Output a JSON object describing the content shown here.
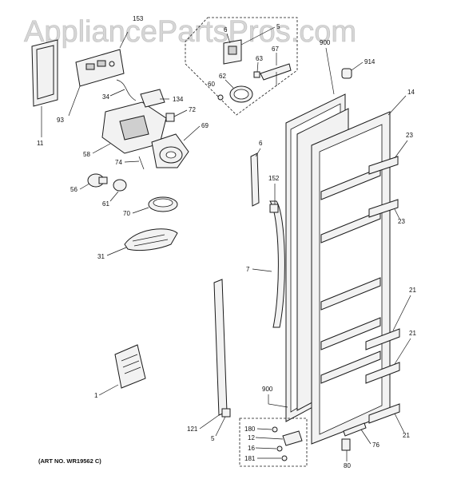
{
  "watermark": "AppliancePartsPros.com",
  "art_number": "(ART NO. WR19562 C)",
  "callouts": {
    "c153": "153",
    "c6a": "6",
    "c5a": "5",
    "c900a": "900",
    "c914": "914",
    "c63": "63",
    "c67": "67",
    "c62": "62",
    "c60": "60",
    "c34": "34",
    "c134": "134",
    "c93": "93",
    "c72": "72",
    "c69": "69",
    "c11": "11",
    "c58": "58",
    "c74": "74",
    "c14": "14",
    "c23a": "23",
    "c6b": "6",
    "c152": "152",
    "c23b": "23",
    "c56": "56",
    "c61": "61",
    "c70": "70",
    "c31": "31",
    "c7": "7",
    "c21a": "21",
    "c21b": "21",
    "c1": "1",
    "c900b": "900",
    "c121": "121",
    "c5b": "5",
    "c180": "180",
    "c12": "12",
    "c16": "16",
    "c181": "181",
    "c76": "76",
    "c80": "80",
    "c21c": "21"
  }
}
